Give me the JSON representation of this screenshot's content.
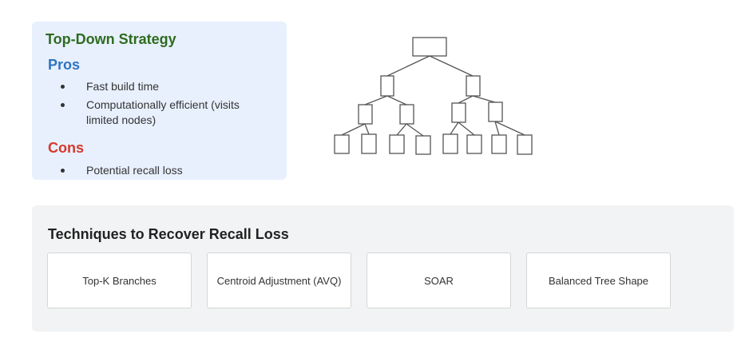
{
  "strategy": {
    "title": "Top-Down Strategy",
    "pros_title": "Pros",
    "pros": [
      "Fast build time",
      "Computationally efficient (visits limited nodes)"
    ],
    "cons_title": "Cons",
    "cons": [
      "Potential recall loss"
    ]
  },
  "techniques": {
    "title": "Techniques to Recover Recall Loss",
    "items": [
      "Top-K Branches",
      "Centroid Adjustment (AVQ)",
      "SOAR",
      "Balanced Tree Shape"
    ]
  },
  "colors": {
    "strategy_title": "#2e6b1f",
    "pros": "#2f74c0",
    "cons": "#d33a2c",
    "card_bg": "#e8f0fe",
    "panel_bg": "#f1f3f4"
  }
}
